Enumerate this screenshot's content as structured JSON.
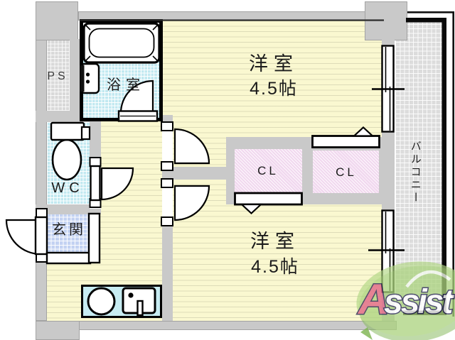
{
  "floorplan": {
    "rooms": {
      "bedroom_top": {
        "label": "洋室",
        "size": "4.5帖"
      },
      "bedroom_bottom": {
        "label": "洋室",
        "size": "4.5帖"
      },
      "bathroom": {
        "label": "浴室"
      },
      "toilet": {
        "label": "WC"
      },
      "entrance": {
        "label": "玄関"
      },
      "pipe_space": {
        "label": "PS"
      },
      "closet_left": {
        "label": "CL"
      },
      "closet_right": {
        "label": "CL"
      },
      "balcony": {
        "label": "バルコニー"
      }
    },
    "logo": {
      "initial": "A",
      "rest": "ssist"
    },
    "colors": {
      "room_floor": "#faf8d0",
      "bath_tile": "#c2e9f1",
      "entrance_tile": "#c3d2f2",
      "closet_floor": "#f1d8ef",
      "wall": "#c9c9c9",
      "balcony_floor": "#dcdcdc",
      "counter": "#c7ecf2",
      "logo_leaf": "#a8d380",
      "logo_initial": "#e26a88",
      "logo_outline": "#2c2c55"
    }
  }
}
